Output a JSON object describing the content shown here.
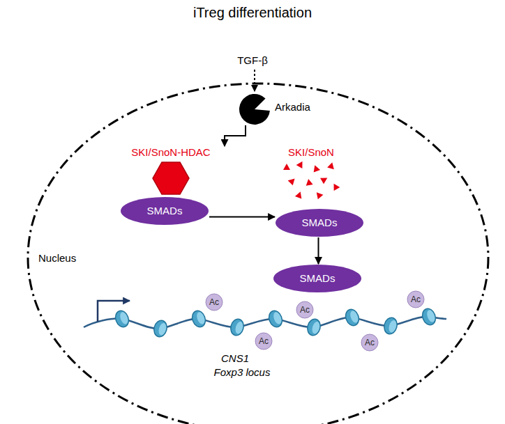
{
  "diagram": {
    "title": "iTreg differentiation",
    "nodes": [
      {
        "text": [
          "Nucleus"
        ]
      },
      {
        "text": [
          "Arkadia"
        ],
        "in": 0
      },
      {
        "text": [
          "SKI/SnoN-HDAC"
        ],
        "in": 0
      },
      {
        "text": [
          "SMADs"
        ],
        "in": 0
      },
      {
        "text": [
          "SKI/SnoN"
        ],
        "in": 0
      },
      {
        "text": [
          "SMADs"
        ],
        "in": 0
      },
      {
        "text": [
          "SMADs"
        ],
        "in": 0
      },
      {
        "text": [
          "Ac"
        ],
        "in": 0
      },
      {
        "text": [
          "Ac"
        ],
        "in": 0
      },
      {
        "text": [
          "Ac"
        ],
        "in": 0
      },
      {
        "text": [
          "Ac"
        ],
        "in": 0
      },
      {
        "text": [
          "Ac"
        ],
        "in": 0
      }
    ],
    "edges": [
      {
        "from": 1,
        "to": 2,
        "arrow": "to"
      },
      {
        "from": 3,
        "to": 5,
        "arrow": "to"
      },
      {
        "from": 5,
        "to": 6,
        "arrow": "to"
      }
    ],
    "labels": [
      "TGF-β",
      "CNS1",
      "Foxp3 locus"
    ]
  }
}
